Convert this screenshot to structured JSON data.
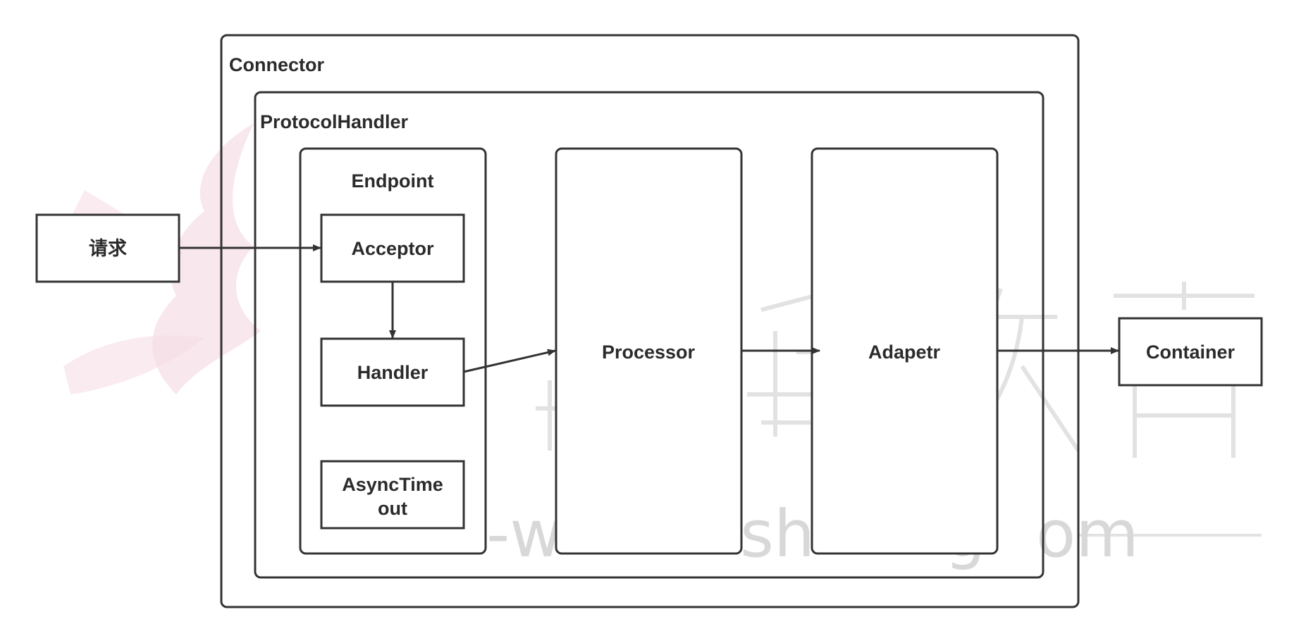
{
  "containers": {
    "connector": "Connector",
    "protocol_handler": "ProtocolHandler",
    "endpoint": "Endpoint"
  },
  "nodes": {
    "request": "请求",
    "acceptor": "Acceptor",
    "handler": "Handler",
    "async_timeout": [
      "AsyncTime",
      "out"
    ],
    "processor": "Processor",
    "adapter": "Adapetr",
    "container": "Container"
  },
  "watermark": {
    "text": "-w",
    "text2": "sh",
    "text3": "g",
    "text4": "om"
  },
  "colors": {
    "stroke": "#333333",
    "text": "#2b2b2b",
    "watermark_gray": "#d8d8d8",
    "watermark_pink": "#f3d3df"
  }
}
